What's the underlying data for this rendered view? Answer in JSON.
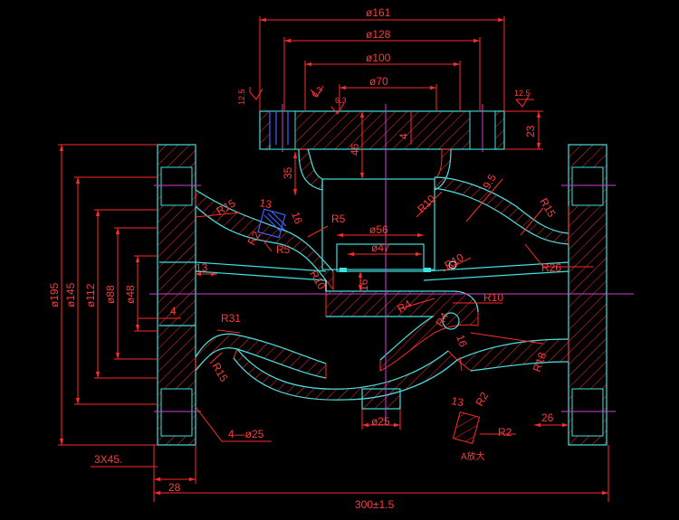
{
  "drawing": {
    "dimensions": {
      "d161": "ø161",
      "d128": "ø128",
      "d100": "ø100",
      "d70": "ø70",
      "d56": "ø56",
      "d47": "ø47",
      "d25": "ø25",
      "d195": "ø195",
      "d145": "ø145",
      "d112": "ø112",
      "d88": "ø88",
      "d48": "ø48",
      "h46": "46",
      "h35": "35",
      "h23": "23",
      "h4a": "4",
      "h4b": "4",
      "h13a": "13",
      "h13b": "13",
      "h13c": "13",
      "h16a": "16",
      "h16b": "16",
      "h16c": "16",
      "h9_5": "9.5",
      "h26": "26",
      "h28": "28",
      "total": "300±1.5",
      "chamfer": "3X45.",
      "holes": "4—ø25"
    },
    "radii": {
      "r15a": "R15",
      "r15b": "R15",
      "r15c": "R15",
      "r5a": "R5",
      "r5b": "R5",
      "r2a": "R2",
      "r2b": "R2",
      "r2c": "R2",
      "r10a": "R10",
      "r10b": "R10",
      "r10c": "R10",
      "r10d": "R10",
      "r4a": "R4",
      "r4b": "R4",
      "r26": "R26",
      "r31": "R31",
      "r18": "R18"
    },
    "roughness": {
      "left": "12.5",
      "mid": "6.3",
      "mid2": "6.3",
      "right": "12.5"
    },
    "detail_label": "A放大"
  }
}
